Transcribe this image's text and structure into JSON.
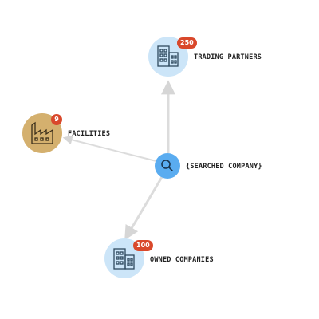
{
  "center": {
    "label": "{SEARCHED COMPANY}",
    "icon": "search-icon",
    "color": "#5aacf0"
  },
  "nodes": {
    "trading_partners": {
      "label": "TRADING PARTNERS",
      "count": "250",
      "icon": "office-building-icon",
      "color": "#cce5f8"
    },
    "facilities": {
      "label": "FACILITIES",
      "count": "9",
      "icon": "factory-icon",
      "color": "#d4b06e"
    },
    "owned_companies": {
      "label": "OWNED COMPANIES",
      "count": "100",
      "icon": "office-building-icon",
      "color": "#cce5f8"
    }
  },
  "colors": {
    "edge": "#dcdcdc",
    "badge": "#d9482b",
    "icon_stroke": "#2f4a5f"
  }
}
